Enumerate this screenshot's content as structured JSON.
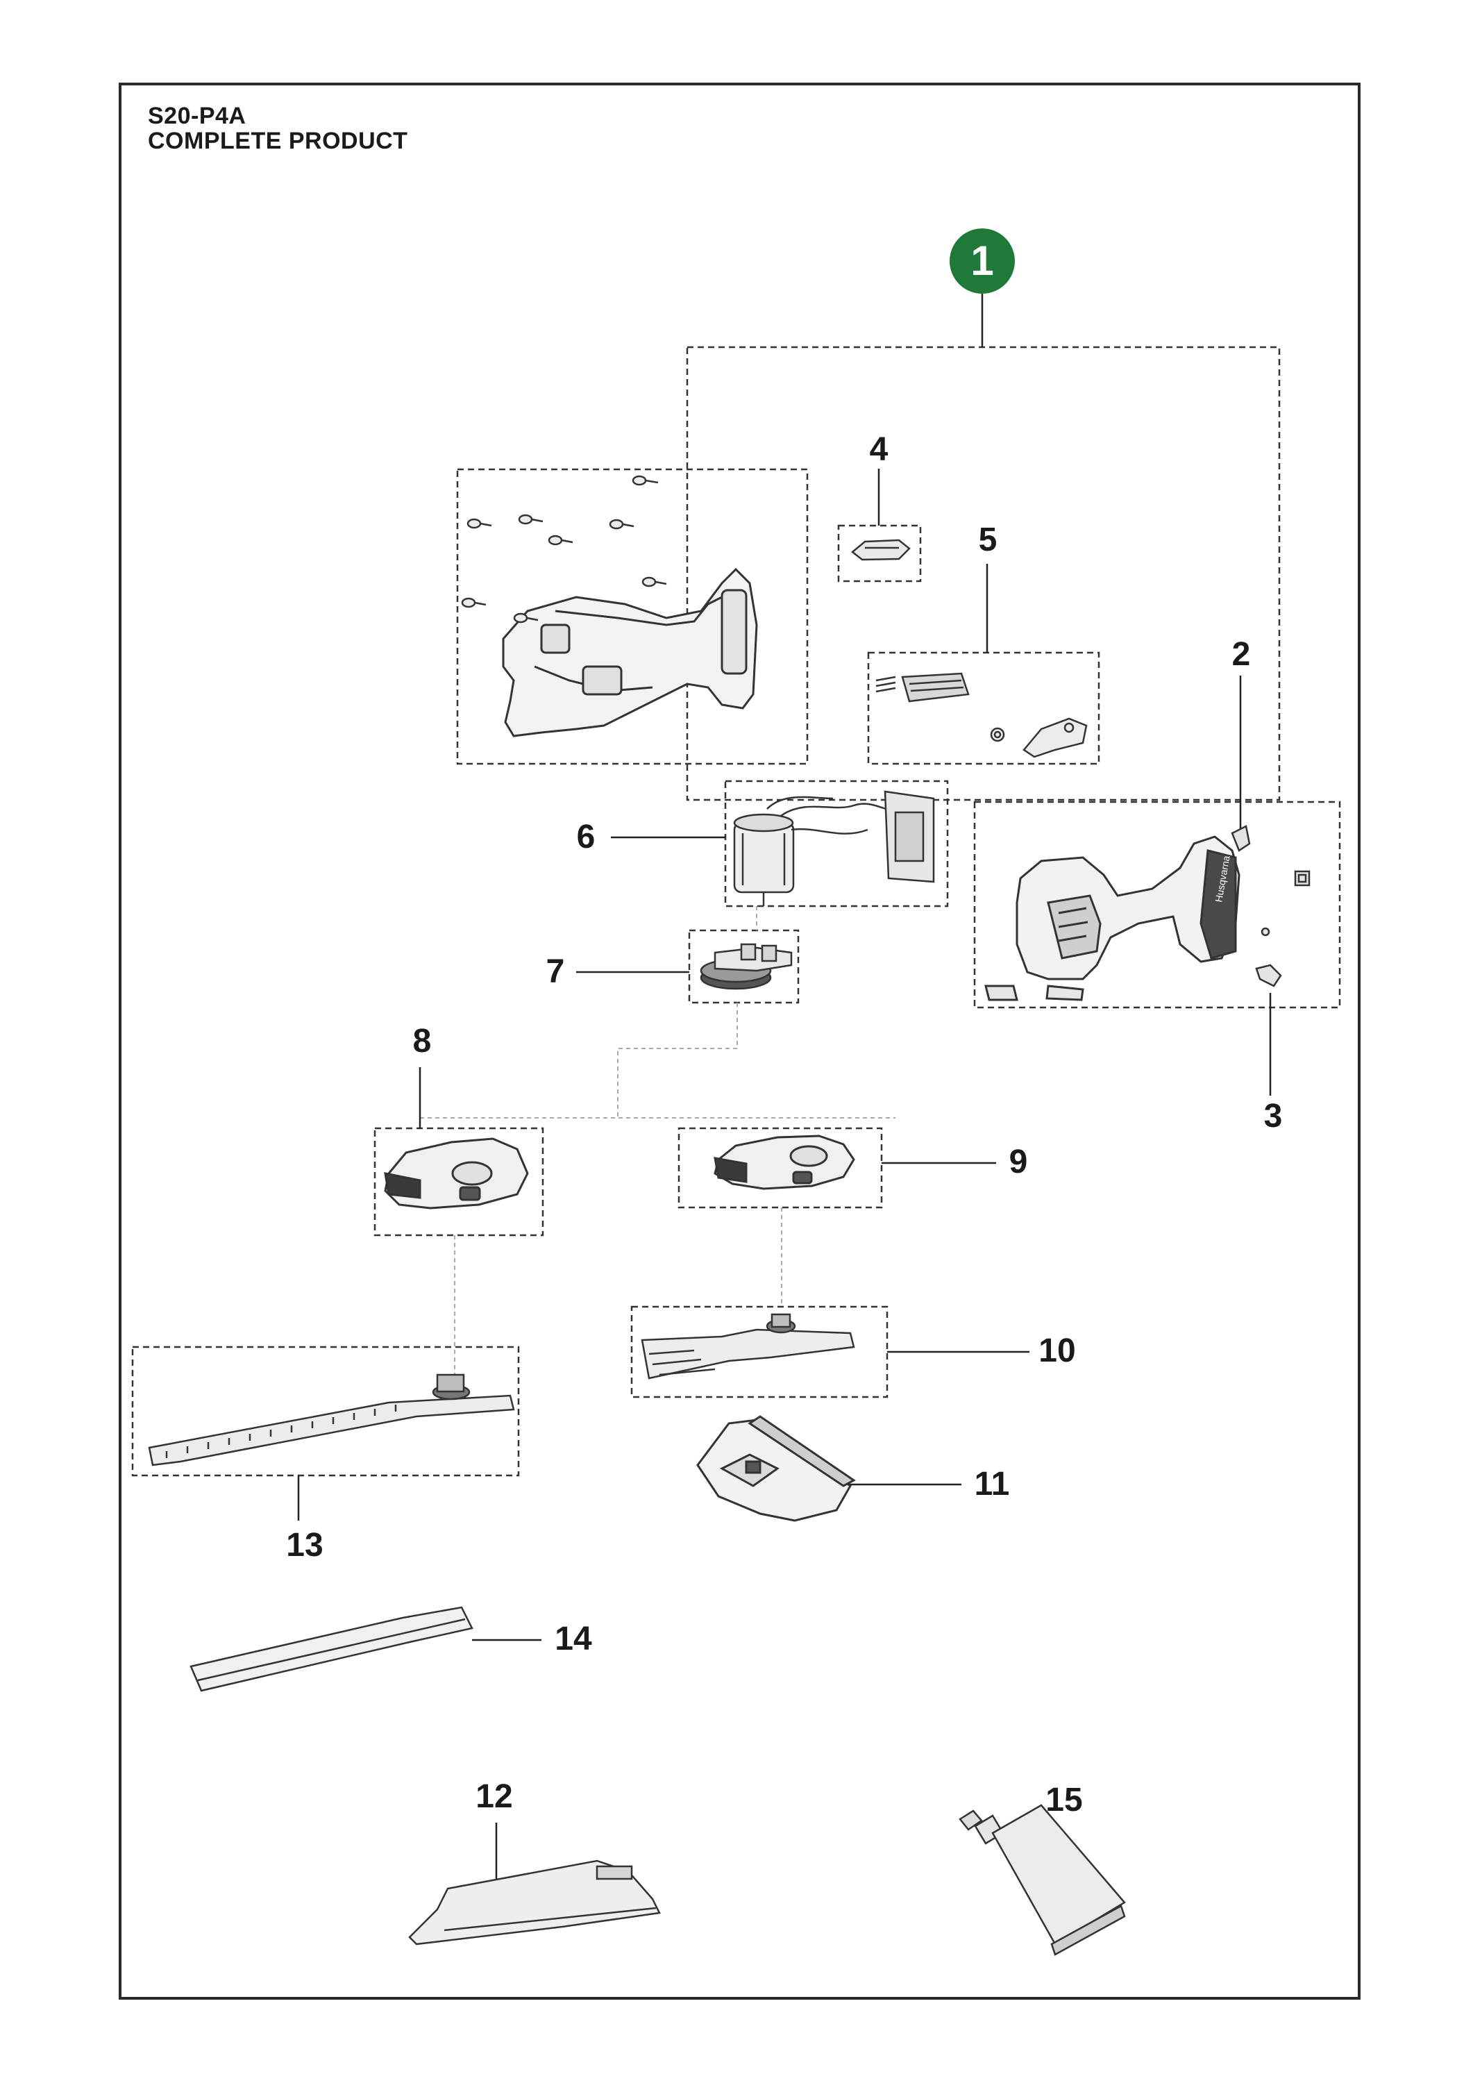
{
  "header": {
    "model": "S20-P4A",
    "section": "COMPLETE PRODUCT"
  },
  "badge": {
    "label": "1",
    "color": "#1f7a3a"
  },
  "callouts": [
    "2",
    "3",
    "4",
    "5",
    "6",
    "7",
    "8",
    "9",
    "10",
    "11",
    "12",
    "13",
    "14",
    "15"
  ],
  "brand_text": "Husqvarna"
}
